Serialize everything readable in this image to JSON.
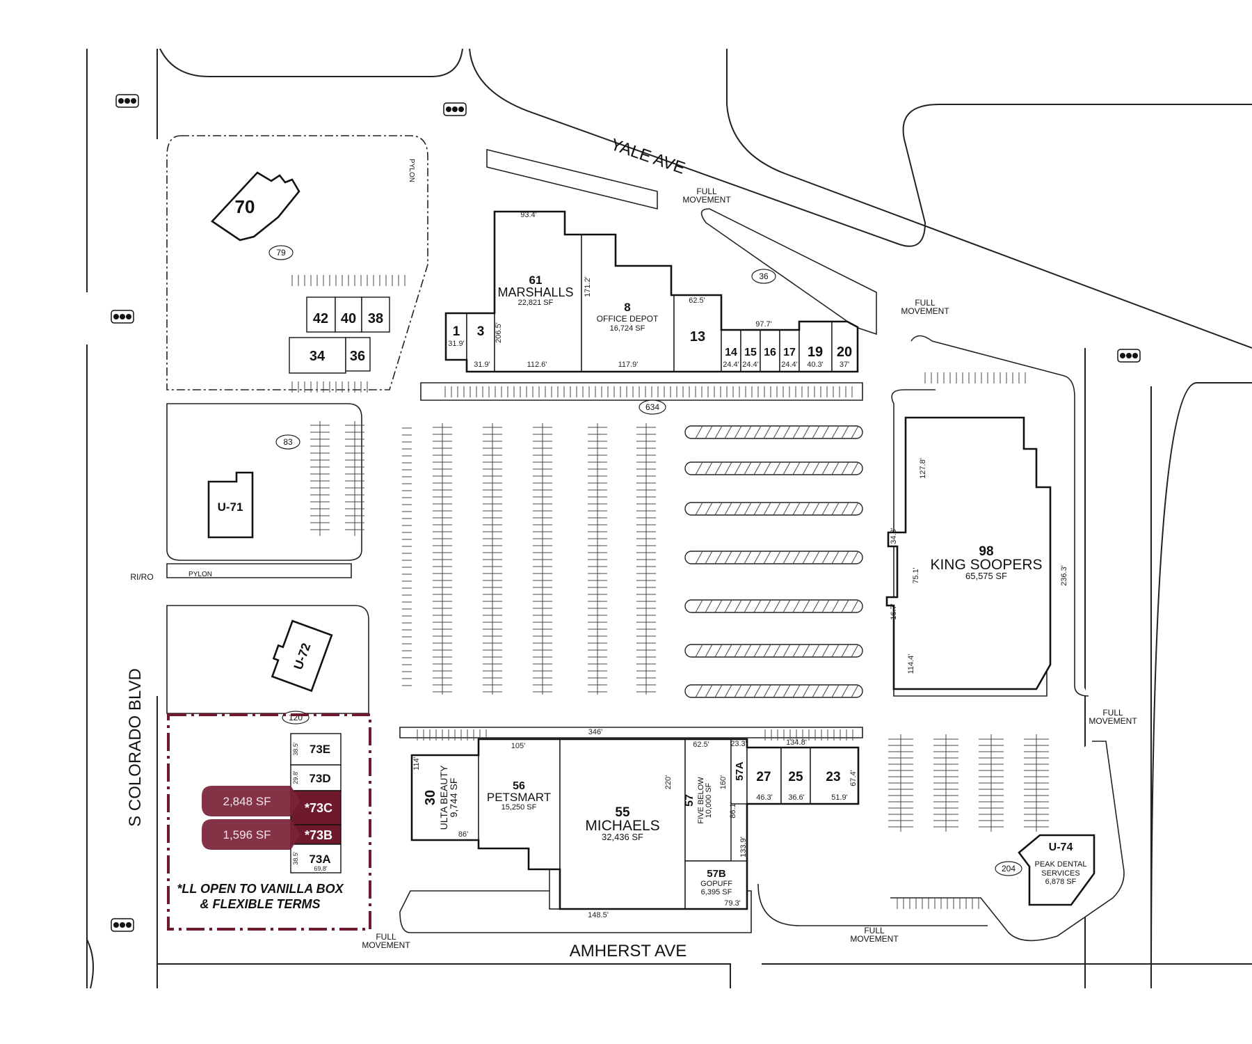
{
  "streets": {
    "north": "YALE AVE",
    "west": "S COLORADO BLVD",
    "south": "AMHERST AVE"
  },
  "access": {
    "full_movement_1": [
      "FULL",
      "MOVEMENT"
    ],
    "full_movement_2": [
      "FULL",
      "MOVEMENT"
    ],
    "full_movement_3": [
      "FULL",
      "MOVEMENT"
    ],
    "full_movement_4": [
      "FULL",
      "MOVEMENT"
    ],
    "full_movement_5": [
      "FULL",
      "MOVEMENT"
    ],
    "ri_ro": "RI/RO",
    "pylon_north": "PYLON",
    "pylon_west": "PYLON"
  },
  "parking_counts": {
    "p79": "79",
    "p36": "36",
    "p634": "634",
    "p83": "83",
    "p120": "120",
    "p204": "204"
  },
  "tenants": {
    "t1": {
      "id": "1"
    },
    "t3": {
      "id": "3"
    },
    "t61": {
      "id": "61",
      "name": "MARSHALLS",
      "sf": "22,821 SF"
    },
    "t8": {
      "id": "8",
      "name": "OFFICE DEPOT",
      "sf": "16,724 SF"
    },
    "t13": {
      "id": "13"
    },
    "t14": {
      "id": "14"
    },
    "t15": {
      "id": "15"
    },
    "t16": {
      "id": "16"
    },
    "t17": {
      "id": "17"
    },
    "t19": {
      "id": "19"
    },
    "t20": {
      "id": "20"
    },
    "t70": {
      "id": "70"
    },
    "t42": {
      "id": "42"
    },
    "t40": {
      "id": "40"
    },
    "t38": {
      "id": "38"
    },
    "t34": {
      "id": "34"
    },
    "t36": {
      "id": "36"
    },
    "tU71": {
      "id": "U-71"
    },
    "tU72": {
      "id": "U-72"
    },
    "t98": {
      "id": "98",
      "name": "KING SOOPERS",
      "sf": "65,575 SF"
    },
    "t30": {
      "id": "30",
      "name": "ULTA BEAUTY",
      "sf": "9,744 SF"
    },
    "t56": {
      "id": "56",
      "name": "PETSMART",
      "sf": "15,250 SF"
    },
    "t55": {
      "id": "55",
      "name": "MICHAELS",
      "sf": "32,436 SF"
    },
    "t57": {
      "id": "57",
      "name": "FIVE BELOW",
      "sf": "10,000 SF"
    },
    "t57A": {
      "id": "57A"
    },
    "t57B": {
      "id": "57B",
      "name": "GOPUFF",
      "sf": "6,395 SF"
    },
    "t27": {
      "id": "27"
    },
    "t25": {
      "id": "25"
    },
    "t23": {
      "id": "23"
    },
    "tU74": {
      "id": "U-74",
      "name_1": "PEAK DENTAL",
      "name_2": "SERVICES",
      "sf": "6,878 SF"
    },
    "t73E": {
      "id": "73E"
    },
    "t73D": {
      "id": "73D"
    },
    "t73C": {
      "id": "*73C"
    },
    "t73B": {
      "id": "*73B"
    },
    "t73A": {
      "id": "73A"
    }
  },
  "available": {
    "c73C": "2,848 SF",
    "c73B": "1,596 SF",
    "note_1": "*LL OPEN TO VANILLA BOX",
    "note_2": "& FLEXIBLE TERMS",
    "accent_color": "#6e1a2c"
  },
  "dimensions": {
    "d93_4": "93.4'",
    "d171_2": "171.2'",
    "d206_5": "206.5'",
    "d31_9a": "31.9'",
    "d31_9b": "31.9'",
    "d112_6": "112.6'",
    "d117_9": "117.9'",
    "d62_5a": "62.5'",
    "d97_7": "97.7'",
    "d24_4a": "24.4'",
    "d24_4b": "24.4'",
    "d24_4c": "24.4'",
    "d40_3": "40.3'",
    "d37": "37'",
    "d127_8": "127.8'",
    "d34_3": "34.3'",
    "d75_1": "75.1'",
    "d16_7": "16.7'",
    "d114_4": "114.4'",
    "d236_3": "236.3'",
    "d346": "346'",
    "d105": "105'",
    "d62_5b": "62.5'",
    "d23_3": "23.3'",
    "d134_8": "134.8'",
    "d114": "114'",
    "d220": "220'",
    "d160": "160'",
    "d86_1": "86.1'",
    "d67_4": "67.4'",
    "d46_3": "46.3'",
    "d36_6": "36.6'",
    "d51_9": "51.9'",
    "d86": "86'",
    "d133_9": "133.9'",
    "d79_3": "79.3'",
    "d148_5": "148.5'",
    "d38_5a": "38.5'",
    "d29_8": "29.8'",
    "d38_5b": "38.5'",
    "d69_8": "69.8'"
  }
}
